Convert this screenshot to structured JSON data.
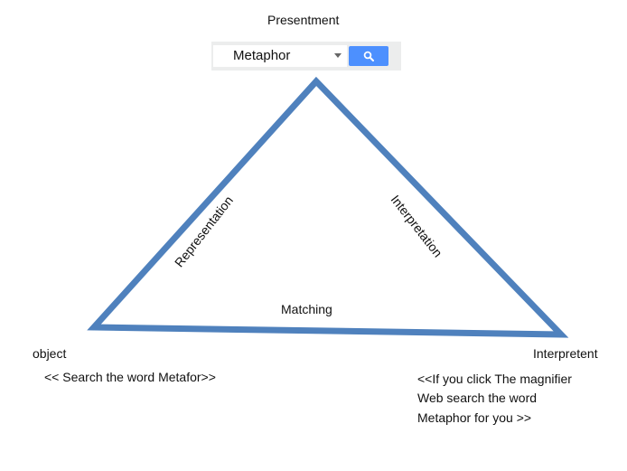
{
  "nodes": {
    "top": "Presentment",
    "left": "object",
    "right": "Interpretent"
  },
  "edges": {
    "left": "Representation",
    "right": "Interpretation",
    "bottom": "Matching"
  },
  "search": {
    "value": "Metaphor",
    "button_icon": "magnifier-icon",
    "dropdown_icon": "caret-down-icon"
  },
  "notes": {
    "left": "<< Search the word Metafor>>",
    "right_line1": "<<If you click The magnifier",
    "right_line2": "Web search the word",
    "right_line3": "Metaphor for you >>"
  },
  "colors": {
    "triangle": "#4f81bd",
    "search_button": "#4d90fe"
  }
}
